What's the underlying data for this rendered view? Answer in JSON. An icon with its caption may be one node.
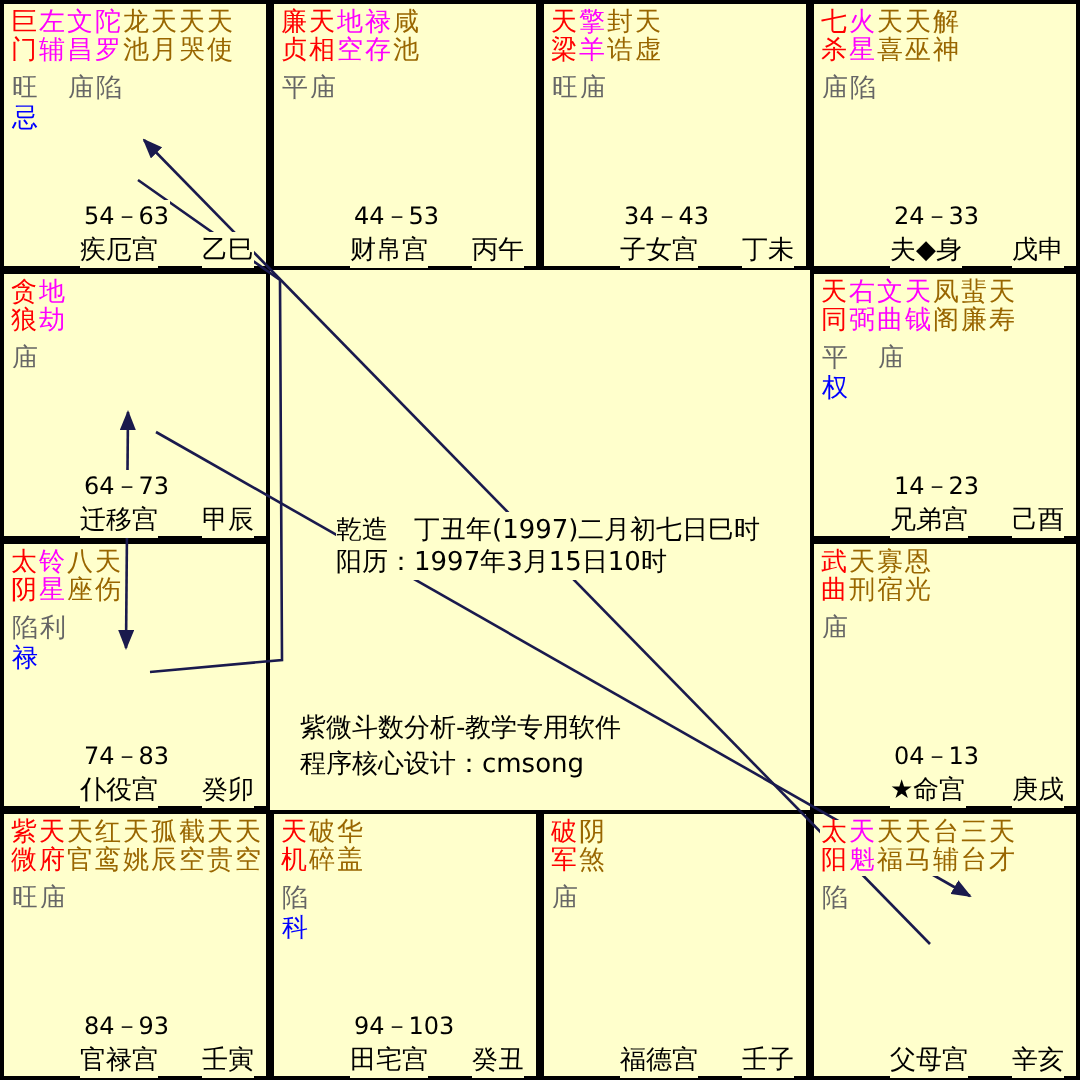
{
  "diagram": {
    "nodes": [
      {
        "text": [
          "巨门",
          "左辅",
          "文昌",
          "陀罗",
          "龙池",
          "天月",
          "天哭",
          "天使",
          "旺　庙陷",
          "忌",
          "54－63",
          "疾厄宫",
          "乙巳"
        ]
      },
      {
        "text": [
          "廉贞",
          "天相",
          "地空",
          "禄存",
          "咸池",
          "平庙",
          "44－53",
          "财帛宫",
          "丙午"
        ]
      },
      {
        "text": [
          "天梁",
          "擎羊",
          "封诰",
          "天虚",
          "旺庙",
          "34－43",
          "子女宫",
          "丁未"
        ]
      },
      {
        "text": [
          "七杀",
          "火星",
          "天喜",
          "天巫",
          "解神",
          "庙陷",
          "24－33",
          "夫◆身",
          "戊申"
        ]
      },
      {
        "text": [
          "贪狼",
          "地劫",
          "庙",
          "64－73",
          "迁移宫",
          "甲辰"
        ]
      },
      {
        "text": [
          "天同",
          "右弼",
          "文曲",
          "天钺",
          "凤阁",
          "蜚廉",
          "天寿",
          "平　庙",
          "权",
          "14－23",
          "兄弟宫",
          "己酉"
        ]
      },
      {
        "text": [
          "太阴",
          "铃星",
          "八座",
          "天伤",
          "陷利",
          "禄",
          "74－83",
          "仆役宫",
          "癸卯"
        ]
      },
      {
        "text": [
          "武曲",
          "天刑",
          "寡宿",
          "恩光",
          "庙",
          "04－13",
          "★命宫",
          "庚戌"
        ]
      },
      {
        "text": [
          "紫微",
          "天府",
          "天官",
          "红鸾",
          "天姚",
          "孤辰",
          "截空",
          "天贵",
          "天空",
          "旺庙",
          "84－93",
          "官禄宫",
          "壬寅"
        ]
      },
      {
        "text": [
          "天机",
          "破碎",
          "华盖",
          "陷",
          "科",
          "94－103",
          "田宅宫",
          "癸丑"
        ]
      },
      {
        "text": [
          "破军",
          "阴煞",
          "庙",
          "福德宫",
          "壬子"
        ]
      },
      {
        "text": [
          "太阳",
          "天魁",
          "天福",
          "天马",
          "台辅",
          "三台",
          "天才",
          "陷",
          "父母宫",
          "辛亥"
        ]
      }
    ],
    "edges": [
      {
        "from": 11,
        "to": 0,
        "arrow": "to"
      },
      {
        "from": 4,
        "to": 11,
        "arrow": "to"
      },
      {
        "from": 0,
        "to": 6,
        "arrow": "none"
      },
      {
        "from": 4,
        "to": 6,
        "arrow": "both"
      }
    ],
    "labels": [
      "乾造　丁丑年(1997)二月初七日巳时",
      "阳历：1997年3月15日10时",
      "紫微斗数分析-教学专用软件",
      "程序核心设计：cmsong"
    ]
  }
}
